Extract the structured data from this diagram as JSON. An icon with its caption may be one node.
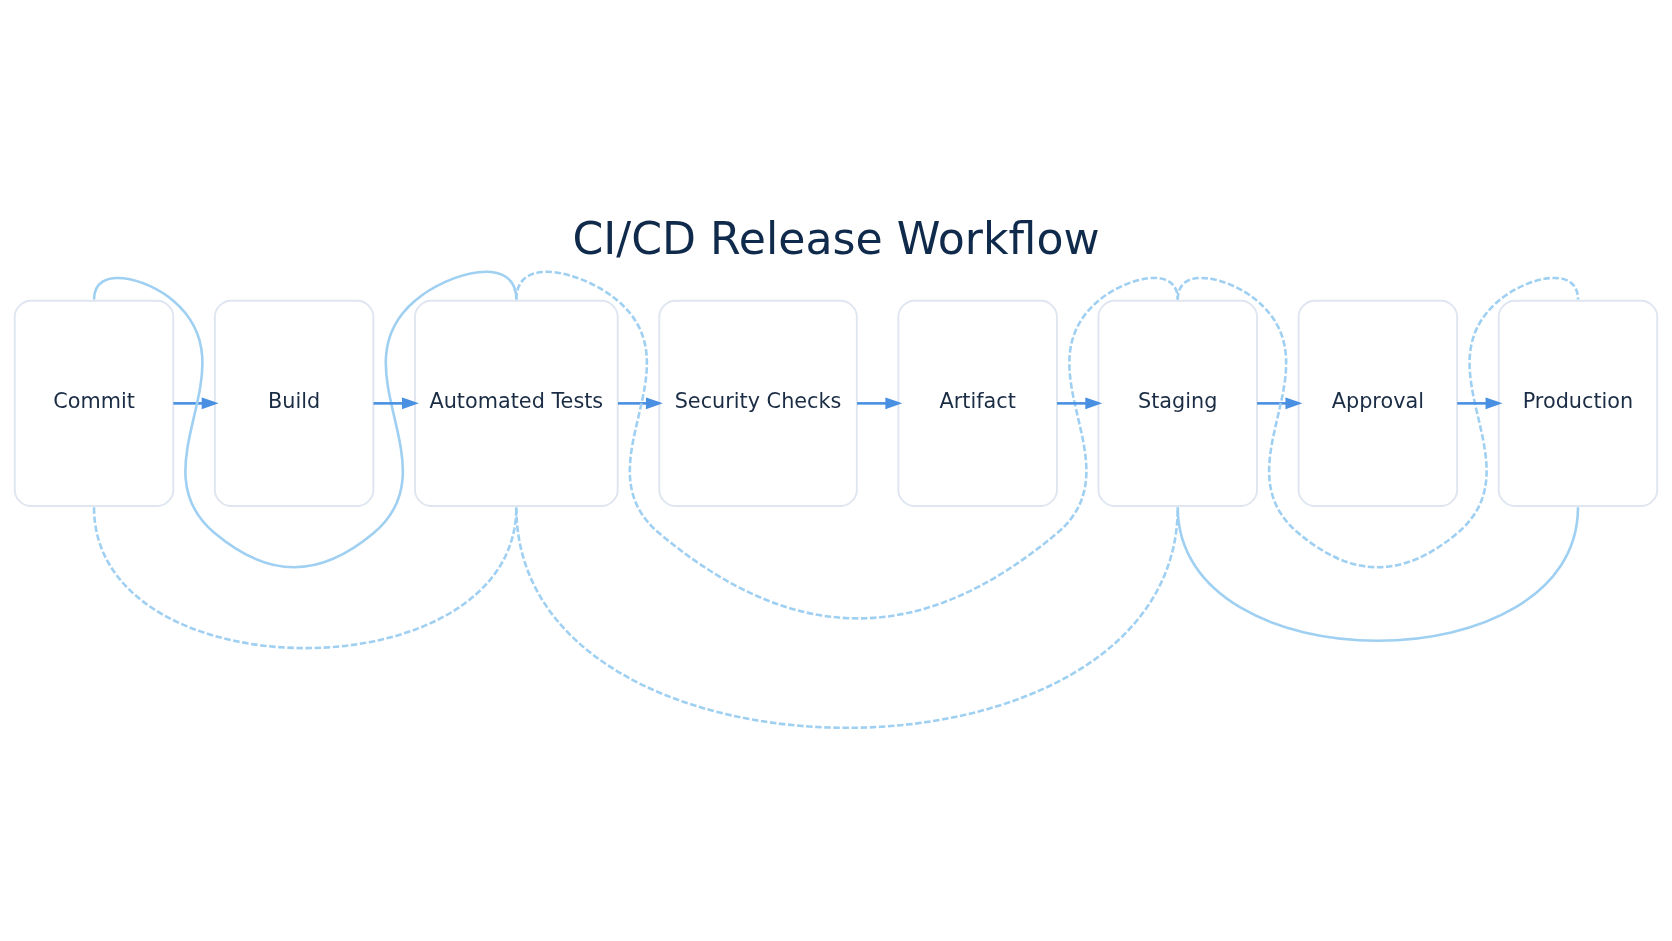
{
  "diagram": {
    "title": "CI/CD Release Workflow",
    "nodes": [
      {
        "text": [
          "Commit"
        ]
      },
      {
        "text": [
          "Build"
        ]
      },
      {
        "text": [
          "Automated Tests"
        ]
      },
      {
        "text": [
          "Security Checks"
        ]
      },
      {
        "text": [
          "Artifact"
        ]
      },
      {
        "text": [
          "Staging"
        ]
      },
      {
        "text": [
          "Approval"
        ]
      },
      {
        "text": [
          "Production"
        ]
      }
    ],
    "edges": [
      {
        "from": 0,
        "to": 1,
        "arrow": "to"
      },
      {
        "from": 1,
        "to": 2,
        "arrow": "to"
      },
      {
        "from": 2,
        "to": 3,
        "arrow": "to"
      },
      {
        "from": 3,
        "to": 4,
        "arrow": "to"
      },
      {
        "from": 4,
        "to": 5,
        "arrow": "to"
      },
      {
        "from": 5,
        "to": 6,
        "arrow": "to"
      },
      {
        "from": 6,
        "to": 7,
        "arrow": "to"
      },
      {
        "from": 0,
        "to": 2,
        "arrow": "none",
        "color": "#9fd0f2"
      },
      {
        "from": 2,
        "to": 5,
        "arrow": "none",
        "style": "dashed",
        "color": "#9fd0f2"
      },
      {
        "from": 5,
        "to": 7,
        "arrow": "none",
        "style": "dashed",
        "color": "#9fd0f2"
      },
      {
        "from": 0,
        "to": 2,
        "arrow": "none",
        "style": "dashed",
        "color": "#9fd0f2"
      },
      {
        "from": 2,
        "to": 5,
        "arrow": "none",
        "style": "dashed",
        "color": "#9fd0f2"
      },
      {
        "from": 5,
        "to": 7,
        "arrow": "none",
        "color": "#9fd0f2"
      }
    ]
  }
}
